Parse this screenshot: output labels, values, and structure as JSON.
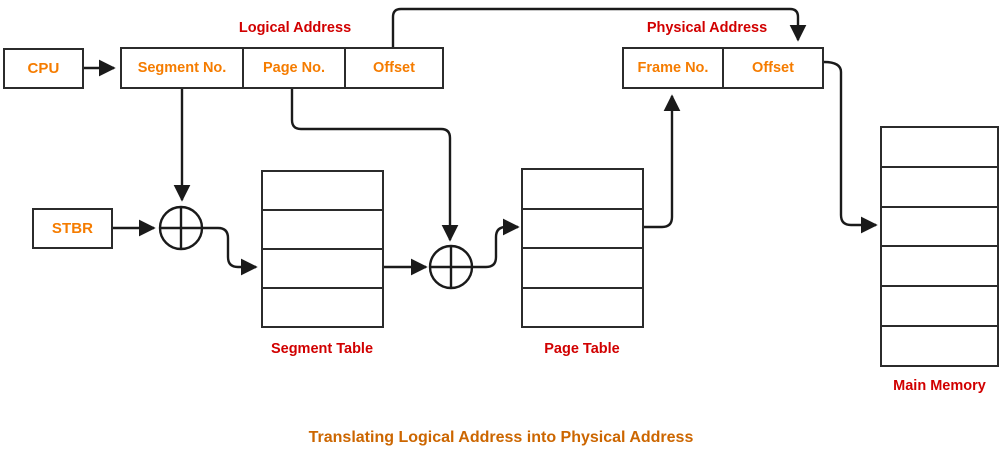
{
  "diagram": {
    "caption": "Translating Logical Address into Physical Address",
    "colors": {
      "box_text": "#f57c00",
      "label": "#d10000",
      "caption": "#cc6600",
      "stroke": "#2b2b2b",
      "background": "#ffffff"
    },
    "labels": {
      "logical_address": "Logical Address",
      "physical_address": "Physical Address",
      "segment_table": "Segment Table",
      "page_table": "Page Table",
      "main_memory": "Main Memory"
    },
    "boxes": {
      "cpu": "CPU",
      "stbr": "STBR"
    },
    "logical_address_fields": [
      "Segment No.",
      "Page No.",
      "Offset"
    ],
    "physical_address_fields": [
      "Frame No.",
      "Offset"
    ],
    "tables": {
      "segment_table": {
        "rows": 4,
        "highlight_row": 3
      },
      "page_table": {
        "rows": 4,
        "highlight_row": 2
      },
      "main_memory": {
        "rows": 6,
        "highlight_row": 3
      }
    },
    "operators": [
      {
        "name": "segment-table-address-adder",
        "symbol": "+"
      },
      {
        "name": "page-table-address-adder",
        "symbol": "+"
      }
    ]
  }
}
